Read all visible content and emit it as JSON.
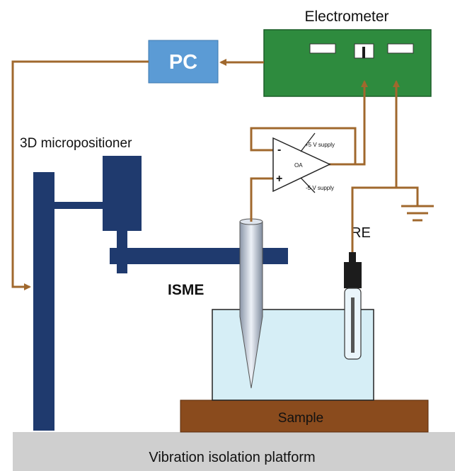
{
  "labels": {
    "electrometer": "Electrometer",
    "pc": "PC",
    "micropositioner": "3D micropositioner",
    "oa": "OA",
    "plus5": "+5 V supply",
    "minus5": "-5 V supply",
    "minus_sign": "-",
    "plus_sign": "+",
    "re": "RE",
    "isme": "ISME",
    "sample": "Sample",
    "platform": "Vibration isolation platform"
  },
  "colors": {
    "wire": "#a0682d",
    "pc_fill": "#5b9bd5",
    "electrometer_fill": "#2e8b3e",
    "stand": "#1f3a6e",
    "sample_fill": "#8a4b1d",
    "platform_fill": "#cfcfcf",
    "solution_fill": "#d6eef6"
  }
}
